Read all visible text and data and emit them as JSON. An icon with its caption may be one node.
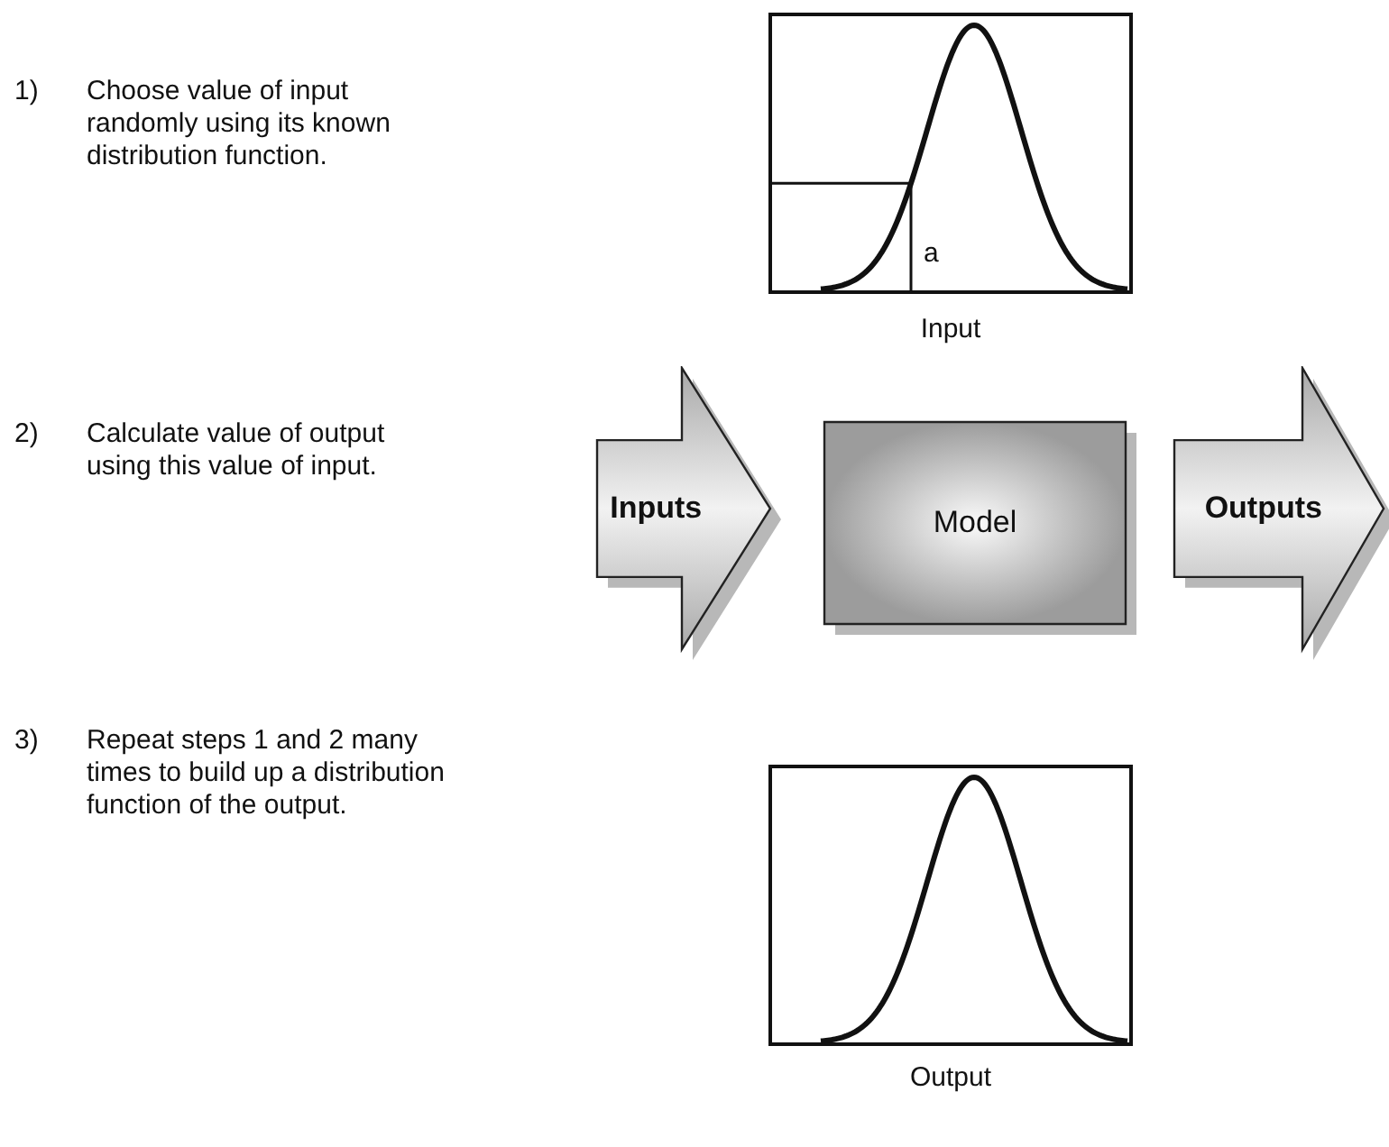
{
  "diagram": {
    "nodes": [
      {
        "text": [
          "Inputs"
        ]
      },
      {
        "text": [
          "Model"
        ]
      },
      {
        "text": [
          "Outputs"
        ]
      }
    ],
    "labels": [
      "1)",
      "Choose value of input randomly using its known distribution function.",
      "a",
      "Input",
      "2)",
      "Calculate value of output using this value of input.",
      "3)",
      "Repeat steps 1 and 2 many times to build up a distribution function of the output.",
      "Output"
    ]
  }
}
